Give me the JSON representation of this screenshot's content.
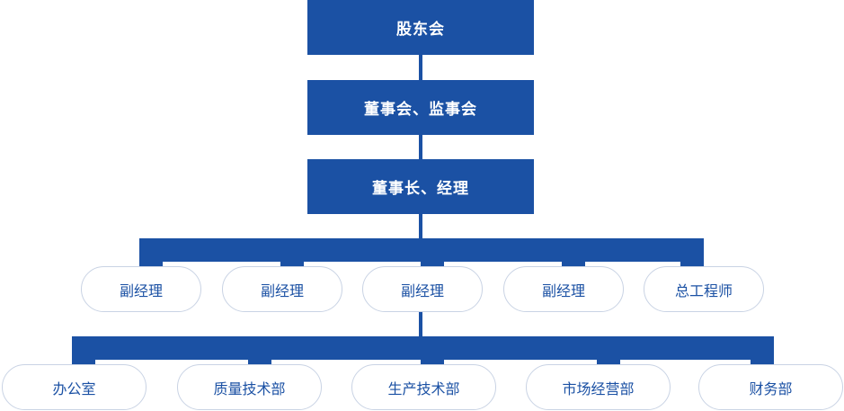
{
  "chart_title": "",
  "theme": {
    "primary_blue": "#1B51A4",
    "pill_border": "#C9D3E4",
    "pill_fill": "#FFFFFF",
    "background": "#FFFFFF"
  },
  "levels": {
    "top": [
      {
        "label": "股东会"
      },
      {
        "label": "董事会、监事会"
      },
      {
        "label": "董事长、经理"
      }
    ],
    "middle": [
      {
        "label": "副经理"
      },
      {
        "label": "副经理"
      },
      {
        "label": "副经理"
      },
      {
        "label": "副经理"
      },
      {
        "label": "总工程师"
      }
    ],
    "bottom": [
      {
        "label": "办公室"
      },
      {
        "label": "质量技术部"
      },
      {
        "label": "生产技术部"
      },
      {
        "label": "市场经营部"
      },
      {
        "label": "财务部"
      }
    ]
  }
}
